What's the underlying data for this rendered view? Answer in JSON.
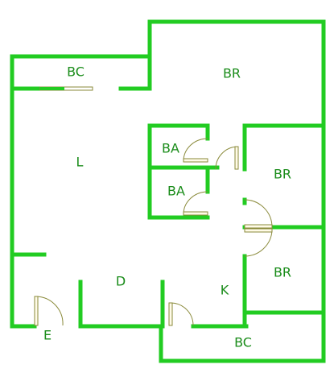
{
  "floor_plan": {
    "wall_color": "#22cc22",
    "label_color": "#1a8c1a",
    "door_color": "#8a8a3a",
    "rooms": {
      "balcony_top": "BC",
      "bedroom_top": "BR",
      "bath_upper": "BA",
      "bath_lower": "BA",
      "living": "L",
      "bedroom_mid": "BR",
      "bedroom_low": "BR",
      "dining": "D",
      "kitchen": "K",
      "balcony_bottom": "BC",
      "entrance": "E"
    }
  }
}
